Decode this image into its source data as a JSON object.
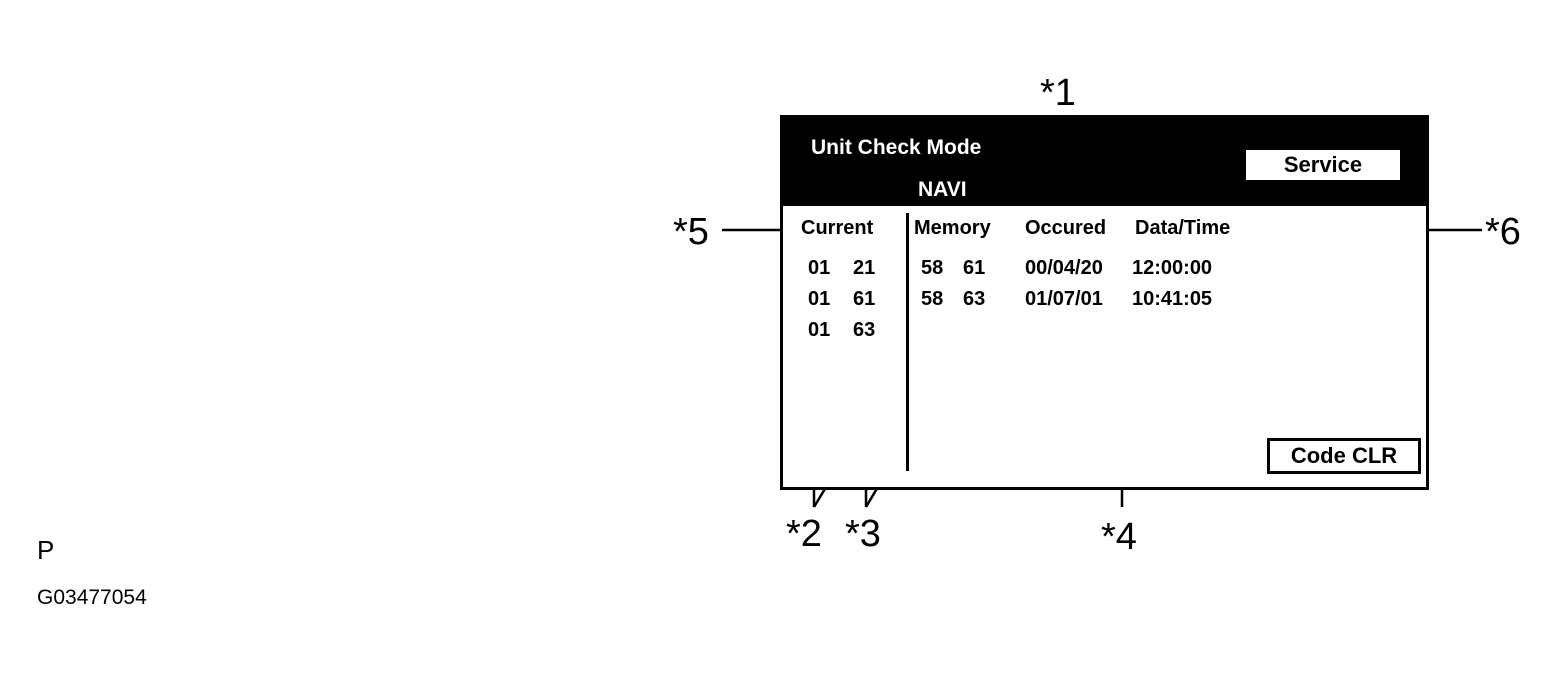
{
  "callouts": [
    "*1",
    "*2",
    "*3",
    "*4",
    "*5",
    "*6"
  ],
  "screen": {
    "mode_title": "Unit Check Mode",
    "unit_name": "NAVI",
    "service_button": "Service",
    "code_clear_button": "Code CLR",
    "headers": {
      "current": "Current",
      "memory": "Memory",
      "occurred": "Occured",
      "date_time": "Data/Time"
    },
    "current_codes": [
      [
        "01",
        "21"
      ],
      [
        "01",
        "61"
      ],
      [
        "01",
        "63"
      ]
    ],
    "memory_codes": [
      [
        "58",
        "61"
      ],
      [
        "58",
        "63"
      ]
    ],
    "occurrences": [
      {
        "date": "00/04/20",
        "time": "12:00:00"
      },
      {
        "date": "01/07/01",
        "time": "10:41:05"
      }
    ]
  },
  "footer": {
    "letter": "P",
    "figure_code": "G03477054"
  }
}
